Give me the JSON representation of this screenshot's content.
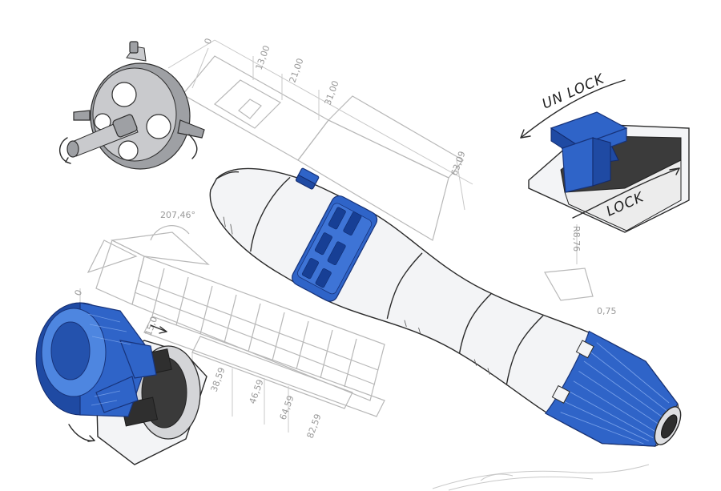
{
  "labels": {
    "unlock": "UN LOCK",
    "lock": "LOCK"
  },
  "dimensions": {
    "d0_top": "0",
    "d13": "13,00",
    "d21": "21,00",
    "d31": "31,00",
    "d63": "63,09",
    "angle": "207,46°",
    "d0_left": "0",
    "d15": "15,0",
    "r": "R8,76",
    "d38": "38,59",
    "d46": "46,59",
    "d64": "64,59",
    "d82": "82,59",
    "d075": "0,75"
  },
  "colors": {
    "accent_blue": "#2f64c8",
    "body_white": "#f3f4f6",
    "metal_grey": "#9ea0a4",
    "draft_grey": "#b8b8b8",
    "ink": "#2a2a2a"
  }
}
